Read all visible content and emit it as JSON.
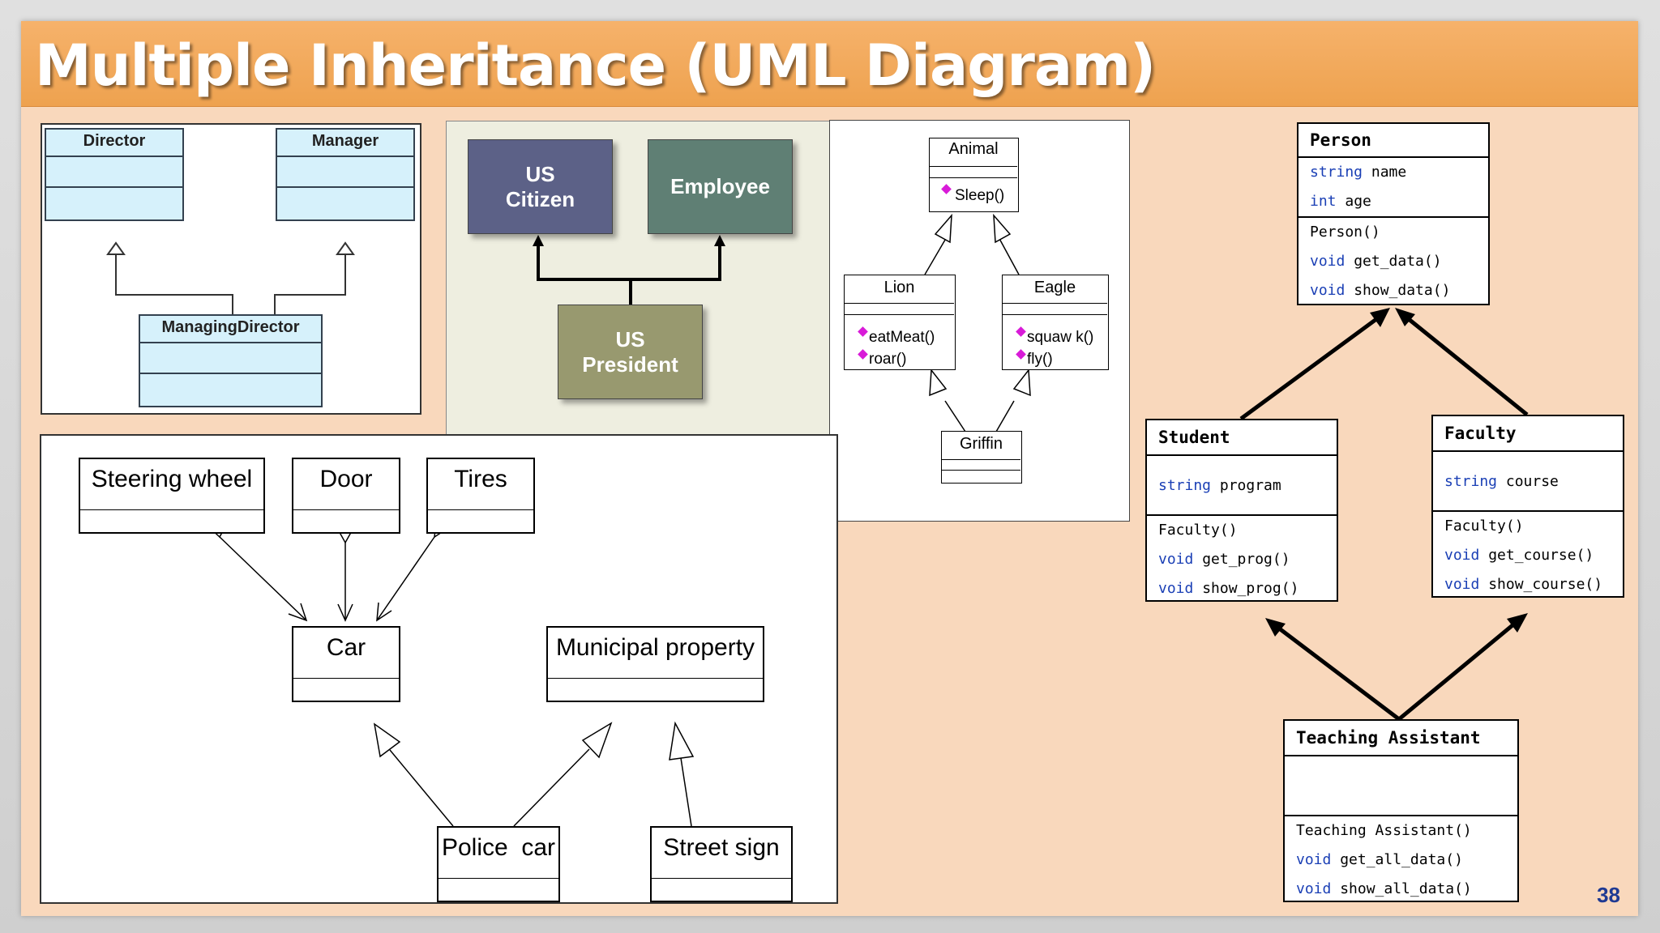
{
  "title": "Multiple Inheritance (UML Diagram)",
  "page_number": "38",
  "panel_a": {
    "director": "Director",
    "manager": "Manager",
    "managing_director": "ManagingDirector"
  },
  "panel_b": {
    "us_citizen_line1": "US",
    "us_citizen_line2": "Citizen",
    "employee": "Employee",
    "us_president_line1": "US",
    "us_president_line2": "President",
    "colors": {
      "us_citizen": "#5c6187",
      "employee": "#5f7f74",
      "us_president": "#98996f"
    }
  },
  "panel_c": {
    "animal": "Animal",
    "animal_method": "Sleep()",
    "lion": "Lion",
    "lion_methods": [
      "eatMeat()",
      "roar()"
    ],
    "eagle": "Eagle",
    "eagle_methods": [
      "squaw k()",
      "fly()"
    ],
    "griffin": "Griffin"
  },
  "panel_d": {
    "steering_wheel": "Steering wheel",
    "door": "Door",
    "tires": "Tires",
    "car": "Car",
    "municipal_property": "Municipal property",
    "police_car": "Police  car",
    "street_sign": "Street sign"
  },
  "panel_e": {
    "person": {
      "name": "Person",
      "attributes": [
        {
          "type": "string",
          "name": "name"
        },
        {
          "type": "int",
          "name": "age"
        }
      ],
      "methods": [
        {
          "type": "",
          "name": "Person()"
        },
        {
          "type": "void",
          "name": "get_data()"
        },
        {
          "type": "void",
          "name": "show_data()"
        }
      ]
    },
    "student": {
      "name": "Student",
      "attributes": [
        {
          "type": "string",
          "name": "program"
        }
      ],
      "methods": [
        {
          "type": "",
          "name": "Faculty()"
        },
        {
          "type": "void",
          "name": "get_prog()"
        },
        {
          "type": "void",
          "name": "show_prog()"
        }
      ]
    },
    "faculty": {
      "name": "Faculty",
      "attributes": [
        {
          "type": "string",
          "name": "course"
        }
      ],
      "methods": [
        {
          "type": "",
          "name": "Faculty()"
        },
        {
          "type": "void",
          "name": "get_course()"
        },
        {
          "type": "void",
          "name": "show_course()"
        }
      ]
    },
    "teaching_assistant": {
      "name": "Teaching Assistant",
      "methods": [
        {
          "type": "",
          "name": "Teaching Assistant()"
        },
        {
          "type": "void",
          "name": "get_all_data()"
        },
        {
          "type": "void",
          "name": "show_all_data()"
        }
      ]
    }
  }
}
